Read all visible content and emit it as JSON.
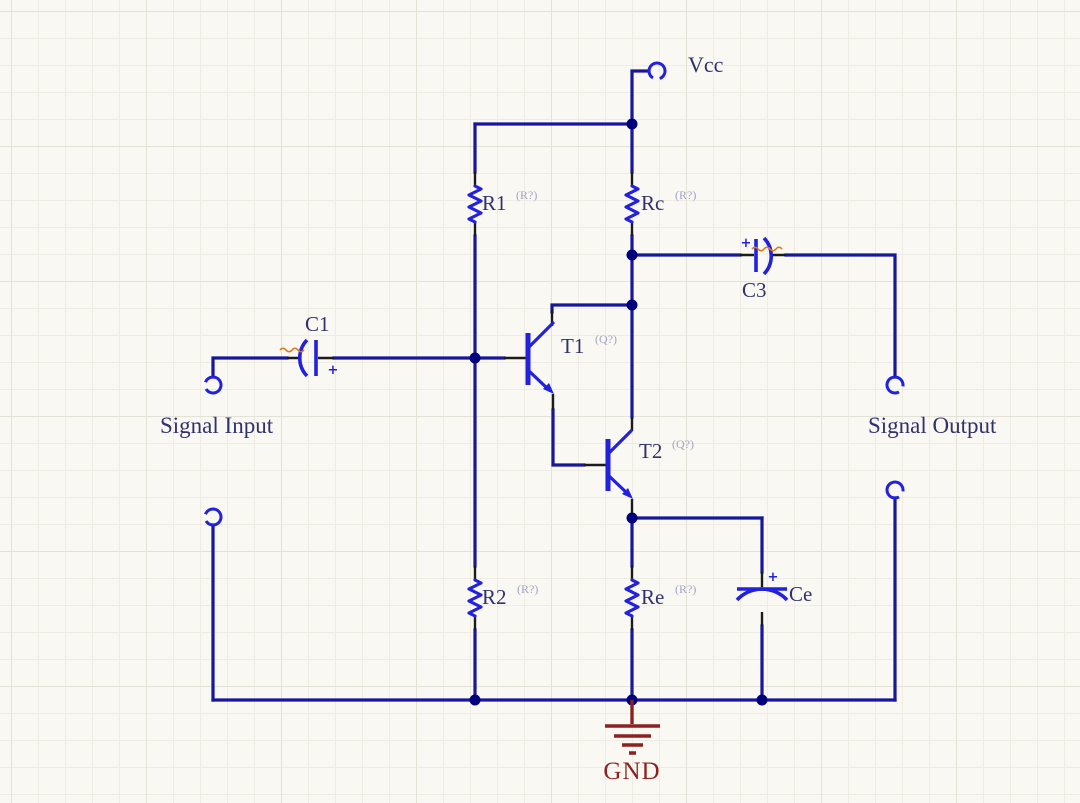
{
  "diagram": {
    "kind": "circuit-schematic",
    "power_label": "Vcc",
    "ground_label": "GND",
    "input_label": "Signal Input",
    "output_label": "Signal Output",
    "components": {
      "r1": {
        "ref": "R1",
        "hint": "(R?)",
        "type": "resistor"
      },
      "rc": {
        "ref": "Rc",
        "hint": "(R?)",
        "type": "resistor"
      },
      "r2": {
        "ref": "R2",
        "hint": "(R?)",
        "type": "resistor"
      },
      "re": {
        "ref": "Re",
        "hint": "(R?)",
        "type": "resistor"
      },
      "c1": {
        "ref": "C1",
        "type": "polarized-capacitor",
        "polarity_mark": "+"
      },
      "c3": {
        "ref": "C3",
        "type": "polarized-capacitor",
        "polarity_mark": "+"
      },
      "ce": {
        "ref": "Ce",
        "type": "polarized-capacitor",
        "polarity_mark": "+"
      },
      "t1": {
        "ref": "T1",
        "hint": "(Q?)",
        "type": "npn-transistor"
      },
      "t2": {
        "ref": "T2",
        "hint": "(Q?)",
        "type": "npn-transistor"
      }
    },
    "colors": {
      "wire": "#17179B",
      "symbol": "#2121DE",
      "junction": "#00007F",
      "label_text": "#31316E",
      "hint_text": "#A3A3C7",
      "ground": "#8C2121",
      "hidden_param": "#E07818",
      "pin": "#1B1B1B",
      "background": "#FAF8F2"
    }
  }
}
